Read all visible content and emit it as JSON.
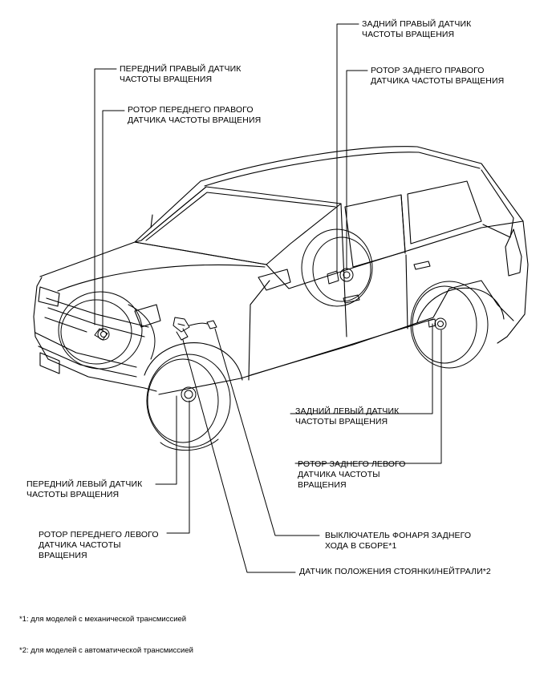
{
  "labels": {
    "front_right_sensor": "ПЕРЕДНИЙ ПРАВЫЙ ДАТЧИК\nЧАСТОТЫ ВРАЩЕНИЯ",
    "front_right_rotor": "РОТОР ПЕРЕДНЕГО ПРАВОГО\nДАТЧИКА ЧАСТОТЫ ВРАЩЕНИЯ",
    "rear_right_sensor": "ЗАДНИЙ ПРАВЫЙ ДАТЧИК\nЧАСТОТЫ ВРАЩЕНИЯ",
    "rear_right_rotor": "РОТОР ЗАДНЕГО ПРАВОГО\nДАТЧИКА ЧАСТОТЫ ВРАЩЕНИЯ",
    "rear_left_sensor": "ЗАДНИЙ ЛЕВЫЙ ДАТЧИК\nЧАСТОТЫ ВРАЩЕНИЯ",
    "rear_left_rotor": "РОТОР ЗАДНЕГО ЛЕВОГО\nДАТЧИКА ЧАСТОТЫ\nВРАЩЕНИЯ",
    "front_left_sensor": "ПЕРЕДНИЙ ЛЕВЫЙ ДАТЧИК\nЧАСТОТЫ ВРАЩЕНИЯ",
    "front_left_rotor": "РОТОР ПЕРЕДНЕГО ЛЕВОГО\nДАТЧИКА ЧАСТОТЫ\nВРАЩЕНИЯ",
    "backup_lamp_switch": "ВЫКЛЮЧАТЕЛЬ ФОНАРЯ ЗАДНЕГО\nХОДА В СБОРЕ*1",
    "park_neutral_sensor": "ДАТЧИК ПОЛОЖЕНИЯ СТОЯНКИ/НЕЙТРАЛИ*2"
  },
  "notes": {
    "note1": "*1: для моделей с механической трансмиссией",
    "note2": "*2: для моделей с автоматической трансмиссией"
  }
}
